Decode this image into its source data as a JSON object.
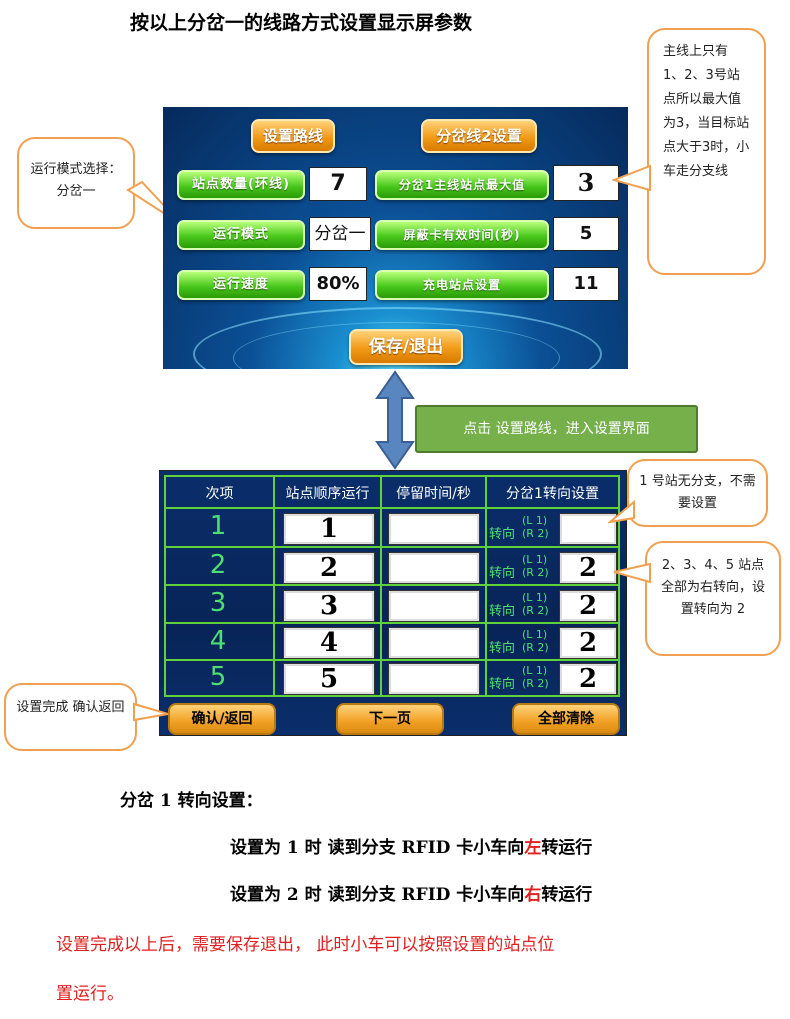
{
  "doc_title": "按以上分岔一的线路方式设置显示屏参数",
  "panel1": {
    "btn_set_route": "设置路线",
    "btn_branch2": "分岔线2设置",
    "rows": [
      {
        "label": "站点数量(环线)",
        "value": "7"
      },
      {
        "label": "运行模式",
        "value": "分岔一"
      },
      {
        "label": "运行速度",
        "value": "80%"
      }
    ],
    "rows_right": [
      {
        "label": "分岔1主线站点最大值",
        "value": "3"
      },
      {
        "label": "屏蔽卡有效时间(秒)",
        "value": "5"
      },
      {
        "label": "充电站点设置",
        "value": "11"
      }
    ],
    "btn_save_exit": "保存/退出"
  },
  "callout_mode": "运行模式选择：分岔一",
  "callout_mainline": "主线上只有 1、2、3号站点所以最大值为3，当目标站点大于3时，小车走分支线",
  "note_click": "点击 设置路线，进入设置界面",
  "panel2": {
    "headers": [
      "次项",
      "站点顺序运行",
      "停留时间/秒",
      "分岔1转向设置"
    ],
    "turn_label": "转向",
    "turn_l": "(L 1)",
    "turn_r": "(R 2)",
    "rows": [
      {
        "num": "1",
        "station": "1",
        "stay": "",
        "turn": ""
      },
      {
        "num": "2",
        "station": "2",
        "stay": "",
        "turn": "2"
      },
      {
        "num": "3",
        "station": "3",
        "stay": "",
        "turn": "2"
      },
      {
        "num": "4",
        "station": "4",
        "stay": "",
        "turn": "2"
      },
      {
        "num": "5",
        "station": "5",
        "stay": "",
        "turn": "2"
      }
    ],
    "btn_confirm": "确认/返回",
    "btn_next": "下一页",
    "btn_clear": "全部清除"
  },
  "callout_no_branch": "1 号站无分支，不需要设置",
  "callout_right_turn": "2、3、4、5 站点全部为右转向，设置转向为 2",
  "callout_done": "设置完成 确认返回",
  "section_title": "分岔 1 转向设置：",
  "line1": {
    "pre": "设置为 1 时  读到分支 RFID 卡小车向",
    "dir": "左",
    "post": "转运行"
  },
  "line2": {
    "pre": "设置为 2 时  读到分支 RFID 卡小车向",
    "dir": "右",
    "post": "转运行"
  },
  "red_para_1": "设置完成以上后，需要保存退出，  此时小车可以按照设置的站点位",
  "red_para_2": "置运行。",
  "colors": {
    "panel_blue": "#0b4f95",
    "button_green": "#49c81c",
    "button_orange": "#f29a16",
    "callout_border": "#f0a050",
    "grid_green": "#5fd23a",
    "note_green": "#76b04b",
    "red_text": "#e02020"
  }
}
